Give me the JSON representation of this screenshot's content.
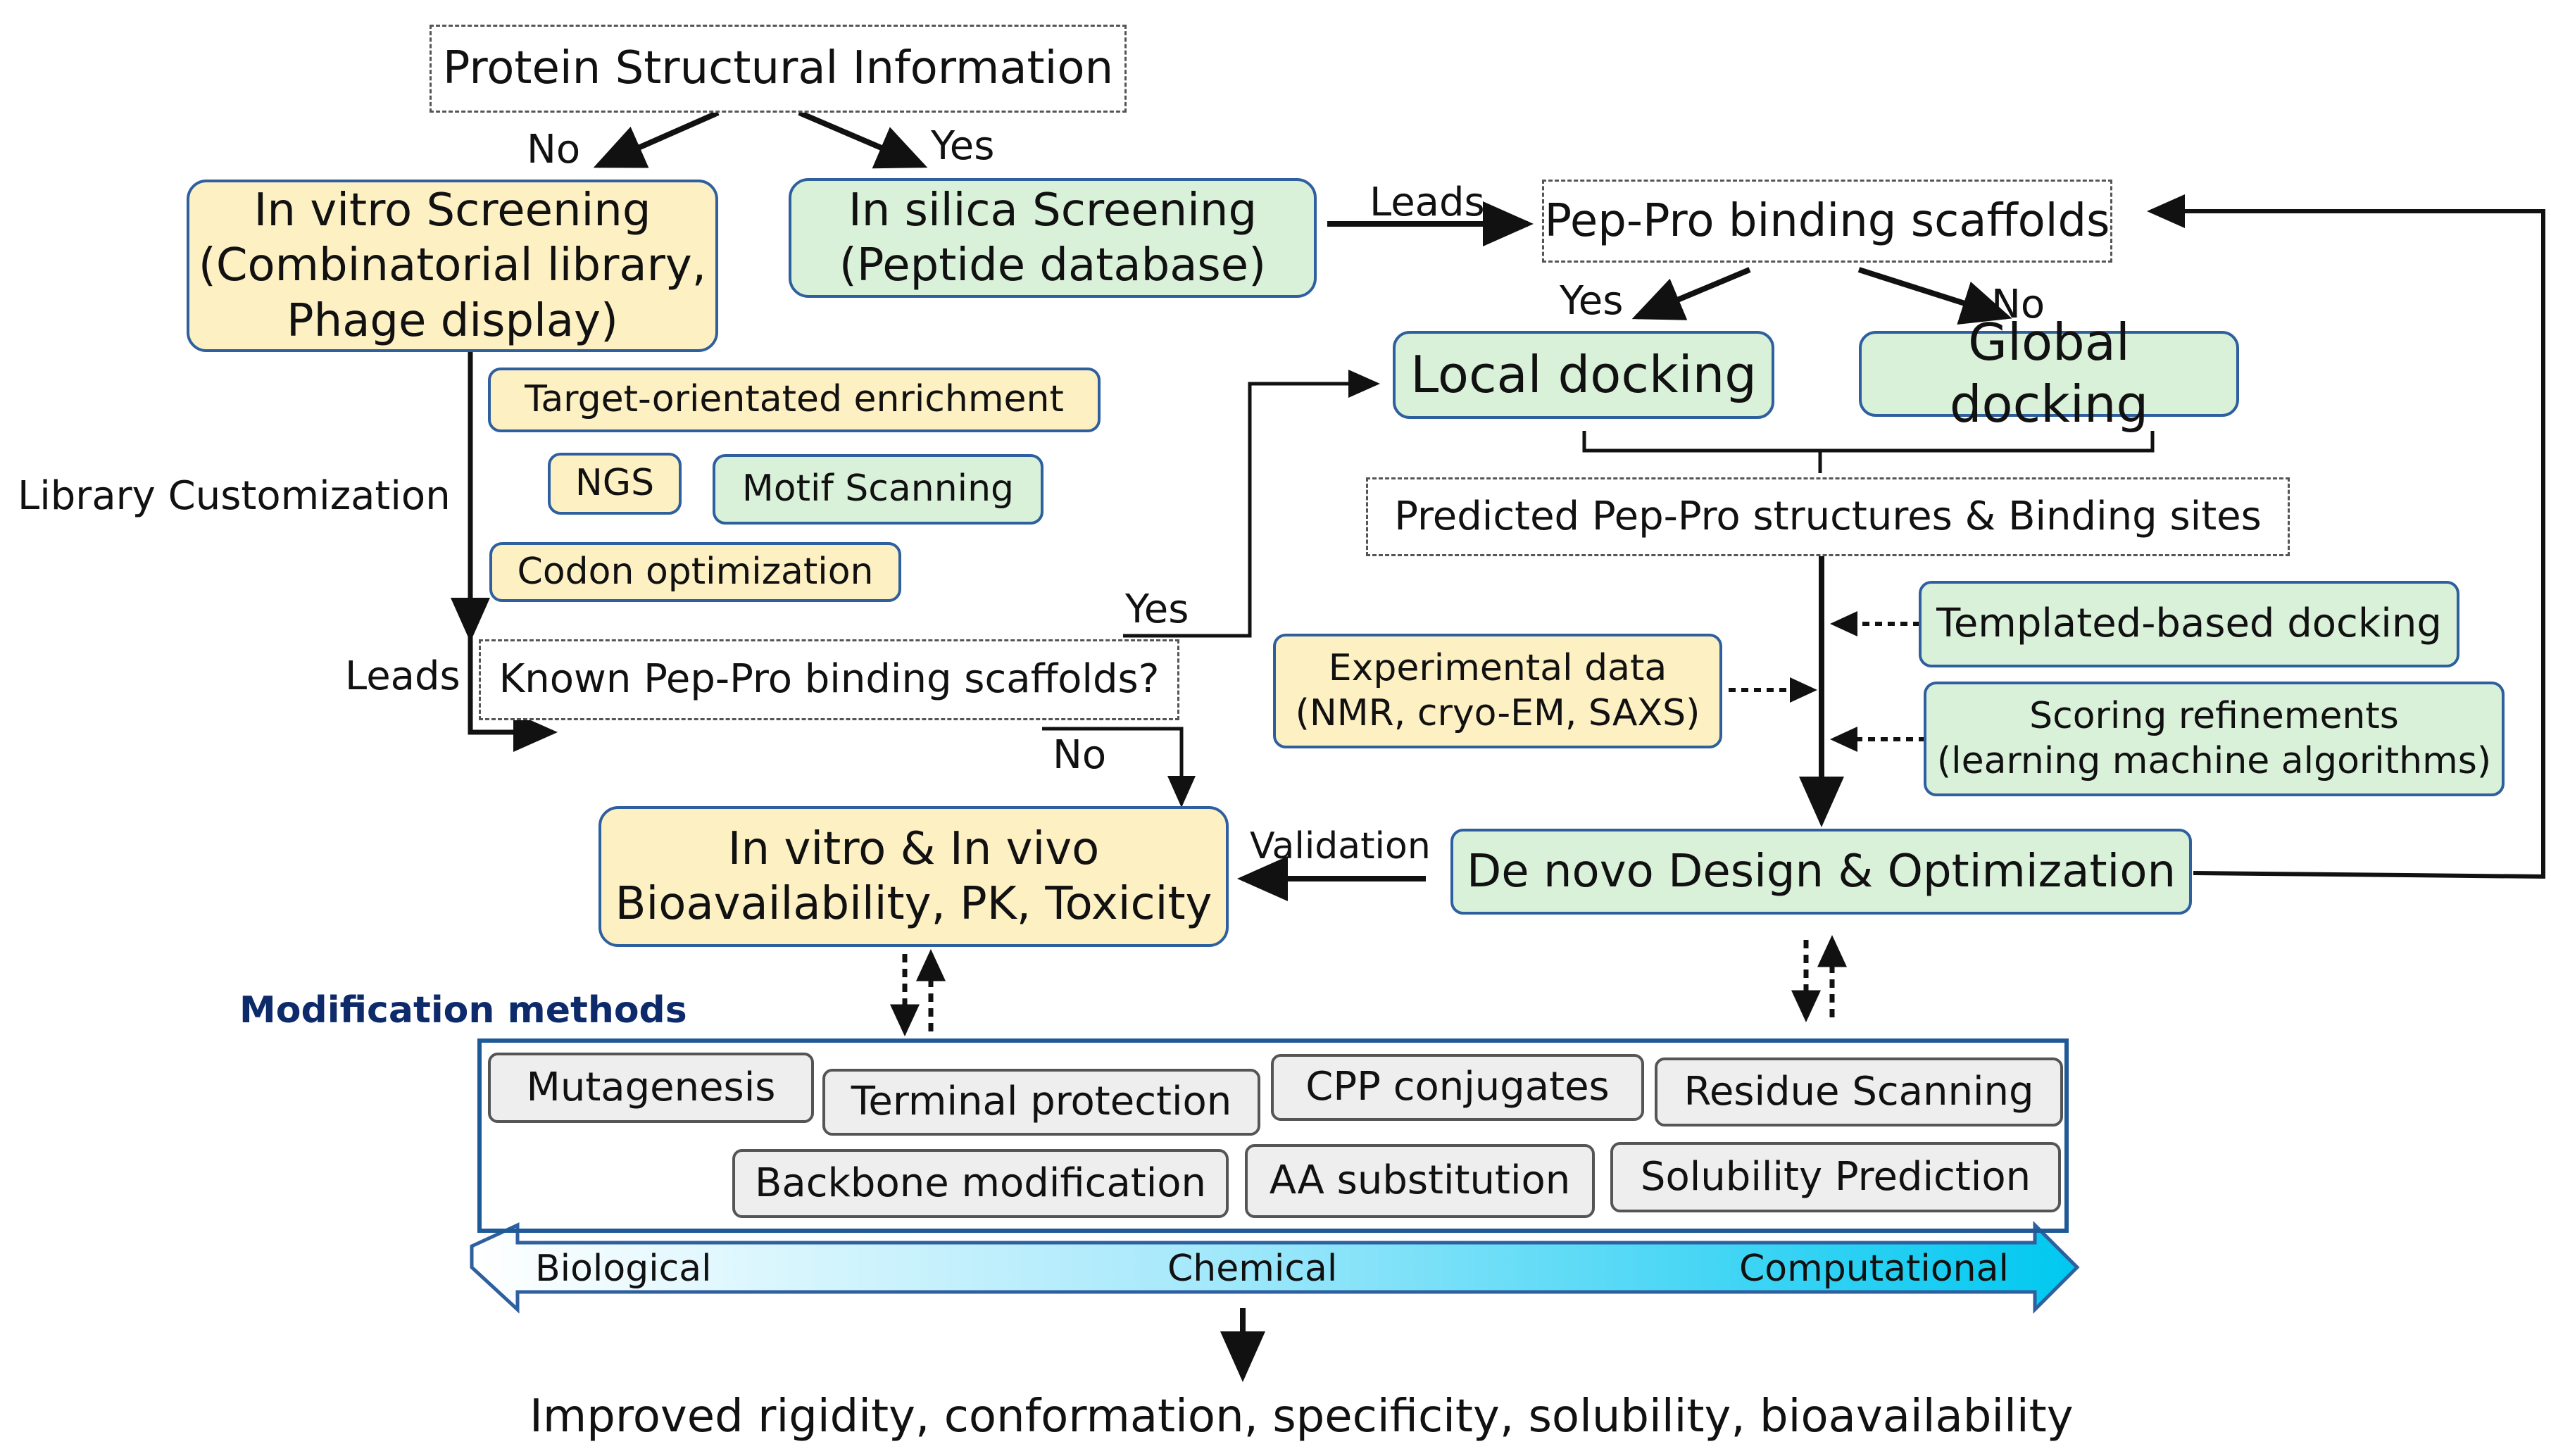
{
  "top": {
    "title": "Protein Structural Information",
    "no_label": "No",
    "yes_label": "Yes"
  },
  "invitro_screening": {
    "line1": "In vitro Screening",
    "line2": "(Combinatorial library,",
    "line3": "Phage display)"
  },
  "insilica_screening": {
    "line1": "In silica Screening",
    "line2": "(Peptide database)"
  },
  "leads_top": "Leads",
  "pep_pro_scaffolds": "Pep-Pro binding scaffolds",
  "docking": {
    "yes_label": "Yes",
    "no_label": "No",
    "local": "Local docking",
    "global": "Global docking"
  },
  "library": {
    "label": "Library Customization",
    "target_enrichment": "Target-orientated enrichment",
    "ngs": "NGS",
    "motif_scanning": "Motif Scanning",
    "codon_optimization": "Codon optimization"
  },
  "predicted": "Predicted Pep-Pro structures & Binding sites",
  "templated_docking": "Templated-based docking",
  "experimental": {
    "line1": "Experimental data",
    "line2": "(NMR, cryo-EM, SAXS)"
  },
  "scoring": {
    "line1": "Scoring refinements",
    "line2": "(learning machine algorithms)"
  },
  "known": {
    "leads_label": "Leads",
    "question": "Known Pep-Pro binding scaffolds?",
    "yes_label": "Yes",
    "no_label": "No"
  },
  "invivo": {
    "line1": "In vitro & In vivo",
    "line2": "Bioavailability, PK, Toxicity"
  },
  "validation_label": "Validation",
  "denovo": "De novo Design & Optimization",
  "modification": {
    "title": "Modification methods",
    "methods": [
      "Mutagenesis",
      "Terminal protection",
      "CPP conjugates",
      "Residue Scanning",
      "Backbone modification",
      "AA substitution",
      "Solubility Prediction"
    ]
  },
  "spectrum": {
    "left": "Biological",
    "middle": "Chemical",
    "right": "Computational"
  },
  "outcome": "Improved rigidity, conformation, specificity, solubility, bioavailability",
  "colors": {
    "experimental_fill": "#fdf0c3",
    "computational_fill": "#d9f0d9",
    "method_fill": "#eeeeee",
    "border_blue": "#2e5f9e",
    "title_navy": "#0d2a6b",
    "arrow_cyan": "#00c8f0"
  }
}
